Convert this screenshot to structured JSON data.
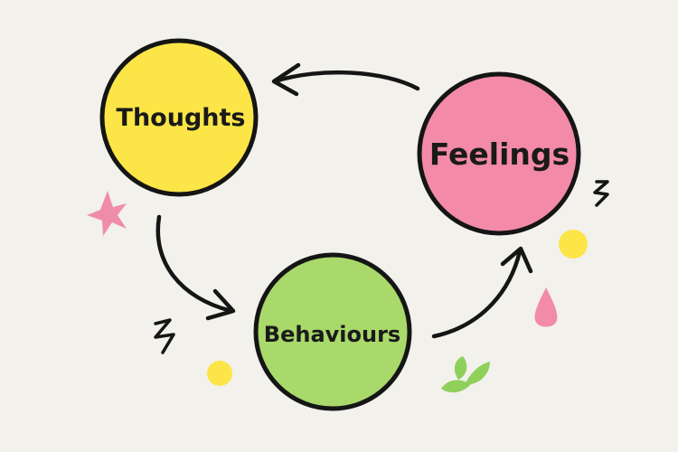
{
  "nodes": {
    "thoughts": {
      "label": "Thoughts",
      "fill": "#fce547"
    },
    "feelings": {
      "label": "Feelings",
      "fill": "#f38aa8"
    },
    "behaviours": {
      "label": "Behaviours",
      "fill": "#a8d96a"
    }
  },
  "colors": {
    "background": "#f2f1ec",
    "outline": "#151515",
    "arrow": "#151515",
    "star": "#f08cab",
    "dot": "#fce547",
    "drop": "#f38aa8",
    "leaf": "#8fd05a"
  }
}
